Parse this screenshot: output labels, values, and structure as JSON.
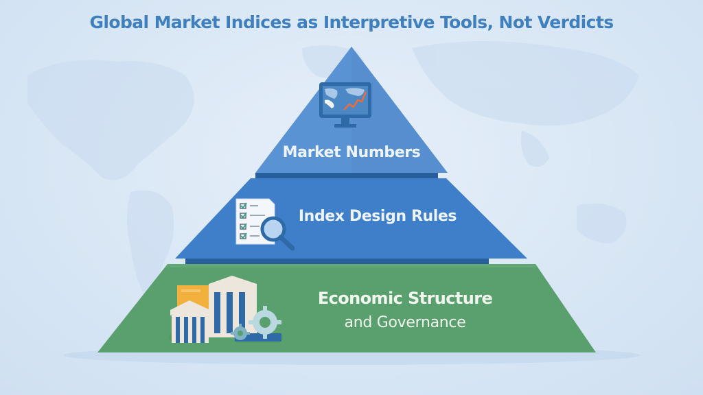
{
  "title": "Global Market Indices as Interpretive Tools, Not Verdicts",
  "pyramid": {
    "tiers": [
      {
        "level": "top",
        "label": "Market Numbers",
        "icon": "monitor-chart-icon",
        "color": "#5a93d3"
      },
      {
        "level": "middle",
        "label": "Index Design Rules",
        "icon": "checklist-magnifier-icon",
        "color": "#3f7fca"
      },
      {
        "level": "bottom",
        "label_line1": "Economic Structure",
        "label_line2": "and Governance",
        "icon": "institutions-gears-icon",
        "color": "#5aa06e"
      }
    ]
  },
  "colors": {
    "title": "#3f7fbd",
    "background": "#dde9f6",
    "tier_top": "#5a93d3",
    "tier_middle": "#3f7fca",
    "tier_bottom": "#5aa06e",
    "band_dark": "#275e9c"
  }
}
